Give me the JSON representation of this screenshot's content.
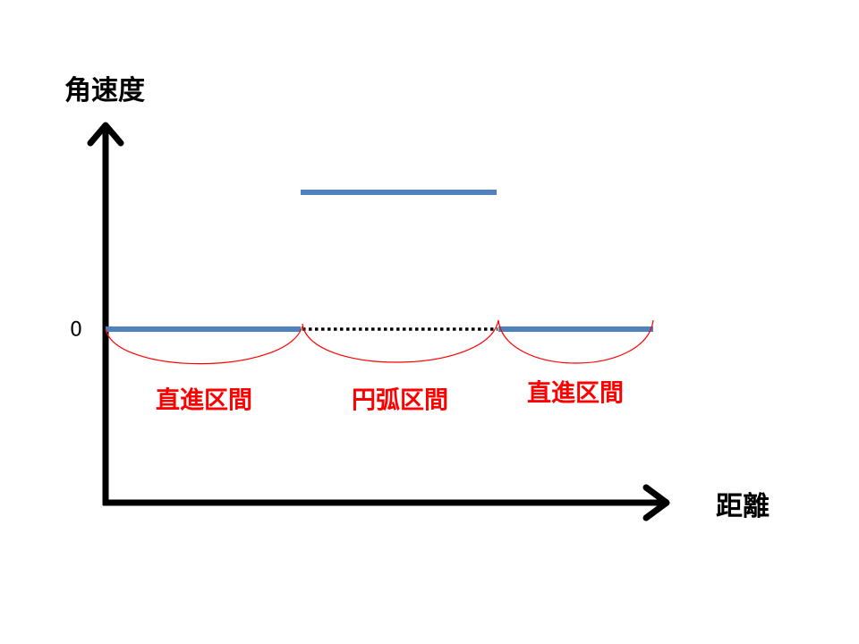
{
  "y_axis_label": "角速度",
  "x_axis_label": "距離",
  "zero_label": "0",
  "sections": [
    {
      "label": "直進区間",
      "angular_velocity": 0
    },
    {
      "label": "円弧区間",
      "angular_velocity": 1
    },
    {
      "label": "直進区間",
      "angular_velocity": 0
    }
  ],
  "colors": {
    "line": "#4f81bd",
    "brace": "#ff0000",
    "axis": "#000000"
  }
}
